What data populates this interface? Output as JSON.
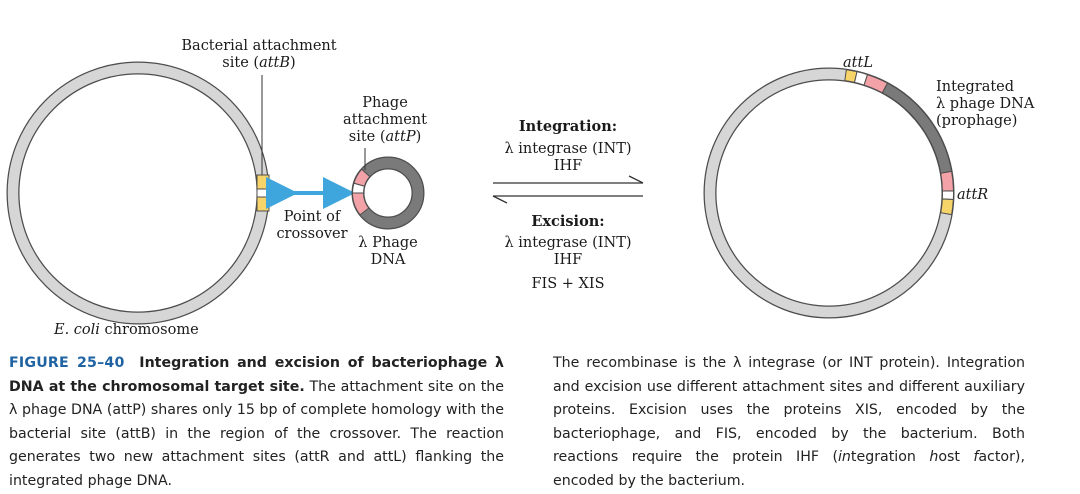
{
  "labels": {
    "bacterial_site_line1": "Bacterial attachment",
    "bacterial_site_line2_pre": "site (",
    "bacterial_site_italic": "attB",
    "bacterial_site_line2_post": ")",
    "phage_site_line1": "Phage",
    "phage_site_line2": "attachment",
    "phage_site_line3_pre": "site (",
    "phage_site_italic": "attP",
    "phage_site_line3_post": ")",
    "crossover_line1": "Point of",
    "crossover_line2": "crossover",
    "phage_dna_line1": "λ Phage",
    "phage_dna_line2": "DNA",
    "chromosome_italic": "E. coli",
    "chromosome_rest": " chromosome",
    "attL": "attL",
    "attR": "attR",
    "prophage_line1": "Integrated",
    "prophage_line2": "λ phage DNA",
    "prophage_line3": "(prophage)"
  },
  "reaction": {
    "integration_title": "Integration:",
    "integration_line1": "λ integrase (INT)",
    "integration_line2": "IHF",
    "excision_title": "Excision:",
    "excision_line1": "λ integrase (INT)",
    "excision_line2": "IHF",
    "excision_line3": "FIS + XIS"
  },
  "caption": {
    "figure_label": "FIGURE 25–40",
    "title": "Integration and excision of bacteriophage λ DNA at the chromosomal target site.",
    "left_body": "The attachment site on the λ phage DNA (attP) shares only 15 bp of complete homology with the bacterial site (attB) in the region of the crossover. The reaction generates two new attachment sites (attR and attL) flanking the integrated phage DNA.",
    "right_body_1": "The recombinase is the λ integrase (or INT protein). Integration and excision use different attachment sites and different auxiliary proteins. Excision uses the proteins XIS, encoded by the bacteriophage, and FIS, encoded by the bacterium. Both reactions require the protein IHF (",
    "right_italic_1": "in",
    "right_body_2": "tegration ",
    "right_italic_2": "h",
    "right_body_3": "ost ",
    "right_italic_3": "f",
    "right_body_4": "actor), encoded by the bacterium."
  },
  "colors": {
    "bacterial_dna": "#d6d6d6",
    "phage_dna": "#7a7a7a",
    "outline": "#4d4d4d",
    "attB_yellow": "#f7d46a",
    "attP_pink": "#f3a3a8",
    "crossover_arrow": "#3ea6dc",
    "figure_label": "#1f63a3"
  }
}
